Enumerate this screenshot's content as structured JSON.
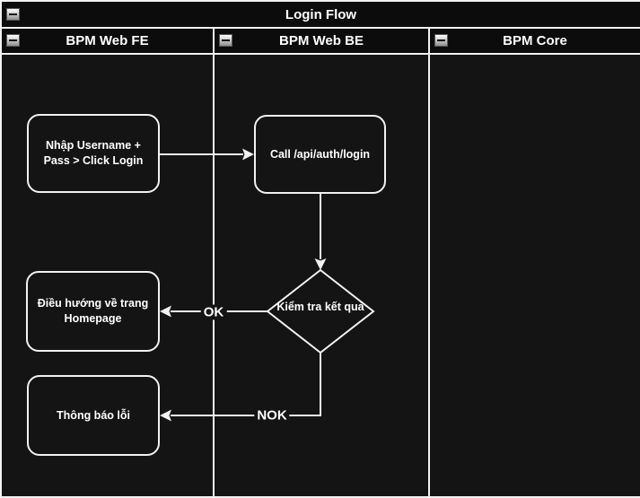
{
  "diagram": {
    "title": "Login Flow",
    "lanes": [
      {
        "label": "BPM Web FE"
      },
      {
        "label": "BPM Web BE"
      },
      {
        "label": "BPM Core"
      }
    ],
    "nodes": {
      "enter_credentials": {
        "label": "Nhập Username + Pass > Click Login"
      },
      "call_login_api": {
        "label": "Call /api/auth/login"
      },
      "check_result": {
        "label": "Kiểm tra kết quả"
      },
      "redirect_homepage": {
        "label": "Điều hướng về trang Homepage"
      },
      "error_message": {
        "label": "Thông báo lỗi"
      }
    },
    "edge_labels": {
      "ok": "OK",
      "nok": "NOK"
    },
    "colors": {
      "background": "#141414",
      "header_background": "#0c0c0c",
      "stroke": "#f2f2f2",
      "text": "#ffffff"
    }
  }
}
